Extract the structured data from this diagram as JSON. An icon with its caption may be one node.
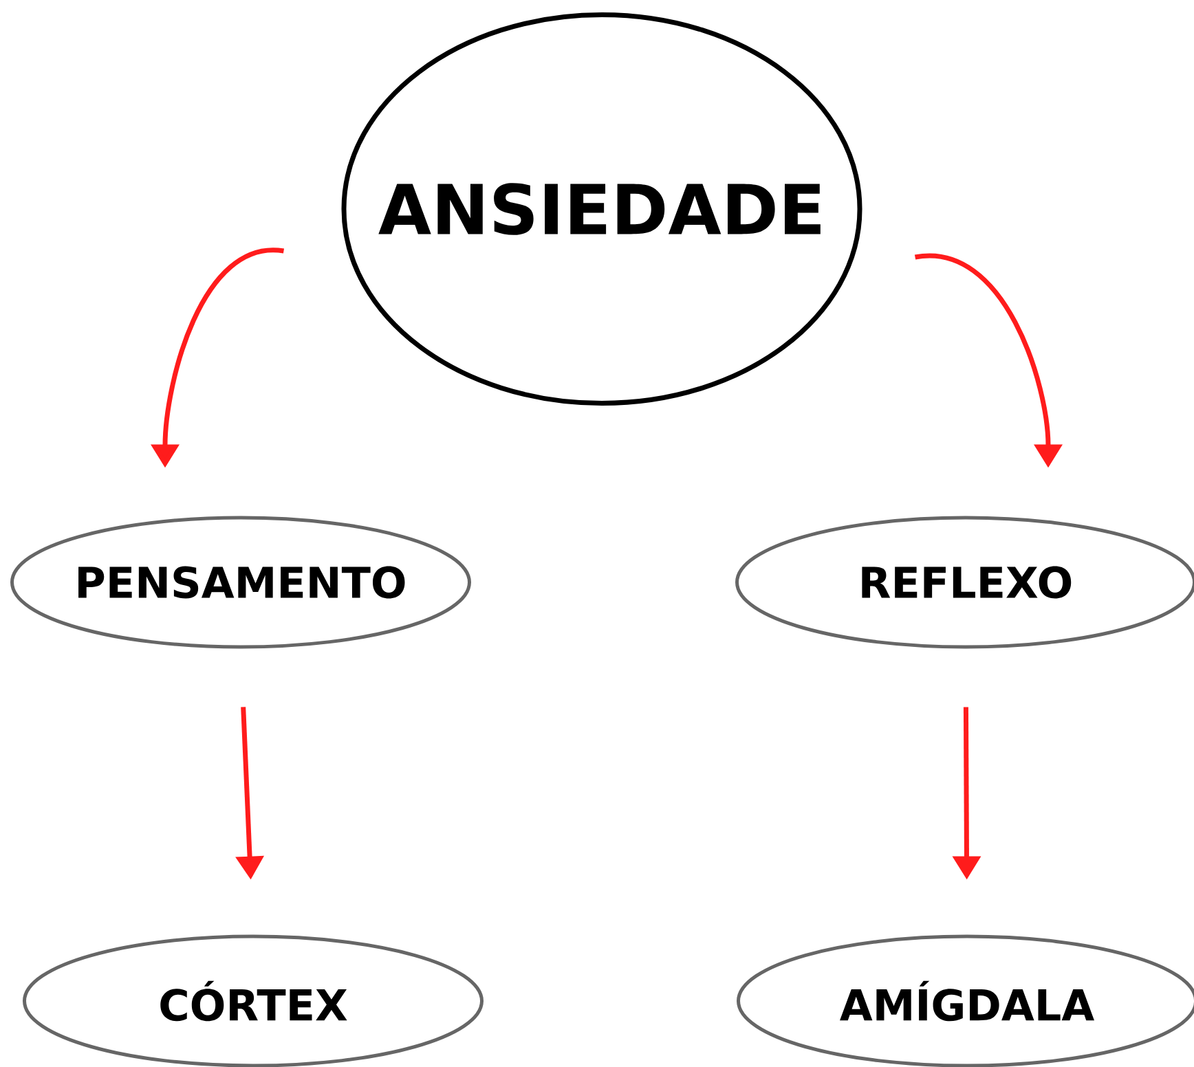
{
  "diagram": {
    "nodes": [
      {
        "text": [
          "ANSIEDADE"
        ]
      },
      {
        "text": [
          "PENSAMENTO"
        ]
      },
      {
        "text": [
          "REFLEXO"
        ]
      },
      {
        "text": [
          "CÓRTEX"
        ]
      },
      {
        "text": [
          "AMÍGDALA"
        ]
      }
    ],
    "edges": [
      {
        "from": 0,
        "to": 1,
        "arrow": "to"
      },
      {
        "from": 0,
        "to": 2,
        "arrow": "to"
      },
      {
        "from": 1,
        "to": 3,
        "arrow": "to"
      },
      {
        "from": 2,
        "to": 4,
        "arrow": "to"
      }
    ]
  }
}
